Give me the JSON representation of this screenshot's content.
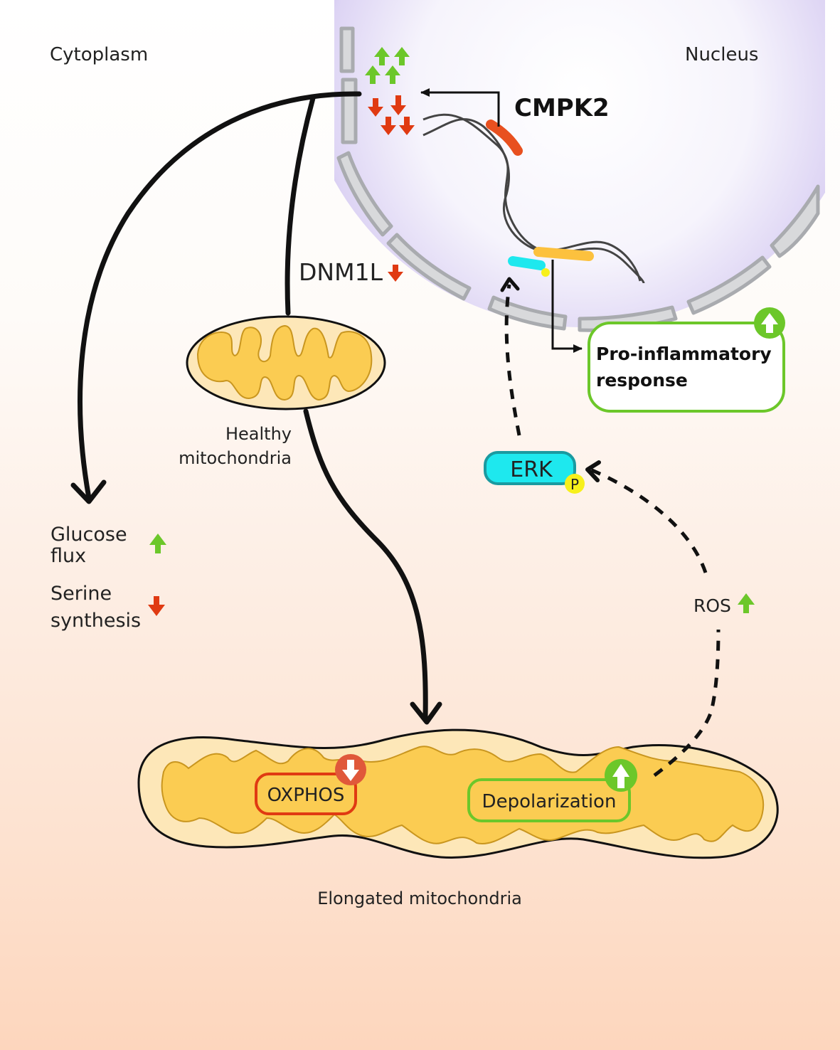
{
  "regions": {
    "cytoplasm": "Cytoplasm",
    "nucleus": "Nucleus"
  },
  "genes": {
    "cmpk2": "CMPK2",
    "dnm1l": "DNM1L"
  },
  "labels": {
    "healthy_mito_line1": "Healthy",
    "healthy_mito_line2": "mitochondria",
    "elongated_mito": "Elongated mitochondria",
    "glucose_line1": "Glucose",
    "glucose_line2": "flux",
    "serine_line1": "Serine",
    "serine_line2": "synthesis",
    "ros": "ROS",
    "erk": "ERK",
    "phospho": "P",
    "oxphos": "OXPHOS",
    "depolarization": "Depolarization",
    "pro_inflam_line1": "Pro-inflammatory",
    "pro_inflam_line2": "response"
  },
  "indicators": {
    "glucose_flux": "up",
    "serine_synthesis": "down",
    "dnm1l": "down",
    "ros": "up",
    "oxphos": "down",
    "depolarization": "up",
    "pro_inflammatory": "up",
    "nuclear_up_count": 4,
    "nuclear_down_count": 4
  },
  "colors": {
    "up": "#6cc72a",
    "down": "#e03a12",
    "cmpk2_gene": "#e8501f",
    "target_gene": "#fcc13e",
    "erk": "#1ee8ee",
    "phospho": "#f7f01b",
    "mito_outer": "#fde7b8",
    "mito_inner": "#fbcc52",
    "nucleus_glow": "#b8a6e8",
    "envelope": "#c9cacd"
  }
}
